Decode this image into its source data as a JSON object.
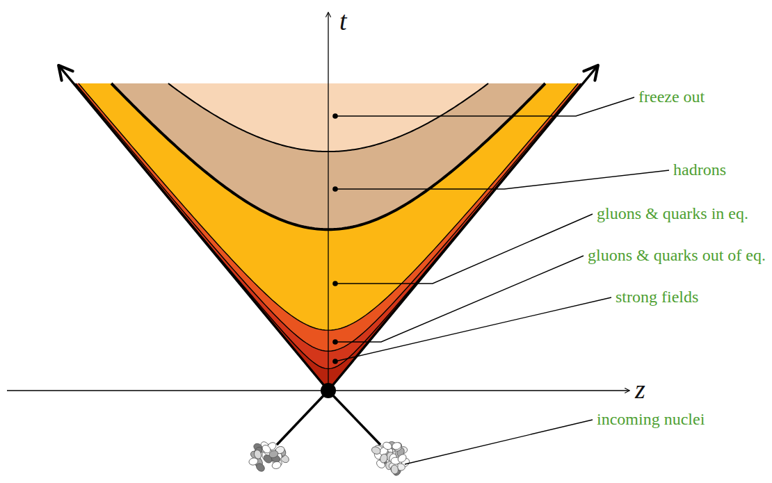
{
  "diagram": {
    "labels": [
      "t",
      "z",
      "freeze out",
      "hadrons",
      "gluons & quarks in eq.",
      "gluons & quarks out of eq.",
      "strong fields",
      "incoming nuclei"
    ]
  }
}
